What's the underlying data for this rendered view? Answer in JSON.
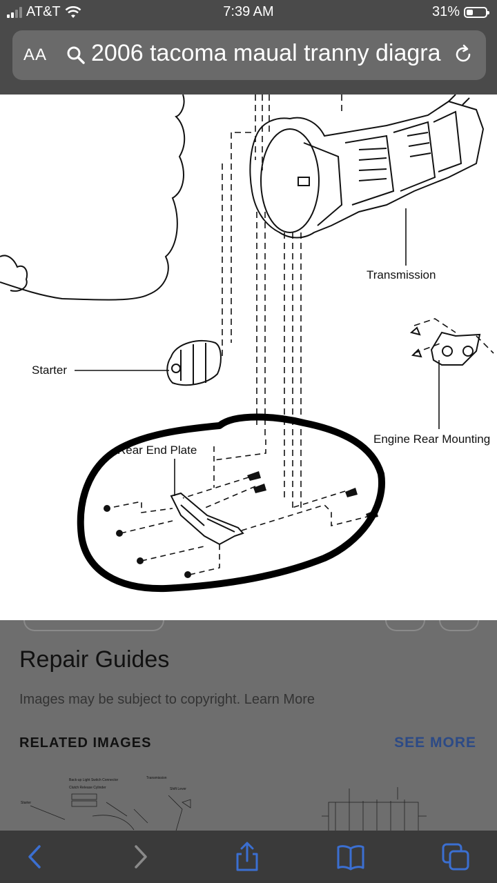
{
  "status": {
    "carrier": "AT&T",
    "time": "7:39 AM",
    "battery": "31%"
  },
  "urlbar": {
    "aa_label": "AA",
    "query": "2006 tacoma maual tranny diagra"
  },
  "diagram": {
    "labels": {
      "transmission": "Transmission",
      "starter": "Starter",
      "engine_rear_mounting": "Engine Rear Mounting",
      "rear_end_plate": "Rear End Plate"
    }
  },
  "result": {
    "title": "Repair Guides",
    "copyright": "Images may be subject to copyright. Learn More",
    "related_heading": "RELATED IMAGES",
    "see_more": "SEE MORE",
    "thumb1_labels": {
      "backup": "Back-up Light Switch Connector",
      "clutch": "Clutch Release Cylinder",
      "transmission": "Transmission",
      "shift": "Shift Lever",
      "starter": "Starter"
    }
  },
  "colors": {
    "accent_link": "#2c4a86",
    "toolbar_icon": "#3b6fd1",
    "dim_icon": "#8a8a8a"
  },
  "toolbar": {
    "icons": [
      "back-icon",
      "forward-icon",
      "share-icon",
      "bookmarks-icon",
      "tabs-icon"
    ]
  }
}
